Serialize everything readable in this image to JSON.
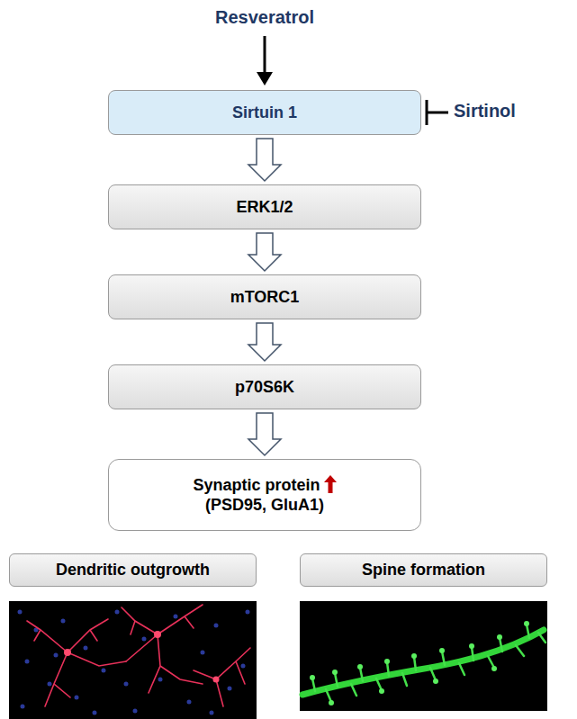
{
  "diagram": {
    "nodes": [
      {
        "text": [
          "Sirtuin 1"
        ]
      },
      {
        "text": [
          "ERK1/2"
        ]
      },
      {
        "text": [
          "mTORC1"
        ]
      },
      {
        "text": [
          "p70S6K"
        ]
      },
      {
        "text": [
          "Synaptic protein",
          "(PSD95, GluA1)"
        ]
      },
      {
        "text": [
          "Dendritic outgrowth"
        ]
      },
      {
        "text": [
          "Spine formation"
        ]
      }
    ],
    "edges": [
      {
        "from": 0,
        "to": 1,
        "arrow": "to"
      },
      {
        "from": 1,
        "to": 2,
        "arrow": "to"
      },
      {
        "from": 2,
        "to": 3,
        "arrow": "to"
      },
      {
        "from": 3,
        "to": 4,
        "arrow": "to"
      }
    ],
    "labels": [
      "Resveratrol",
      "Sirtinol"
    ]
  }
}
